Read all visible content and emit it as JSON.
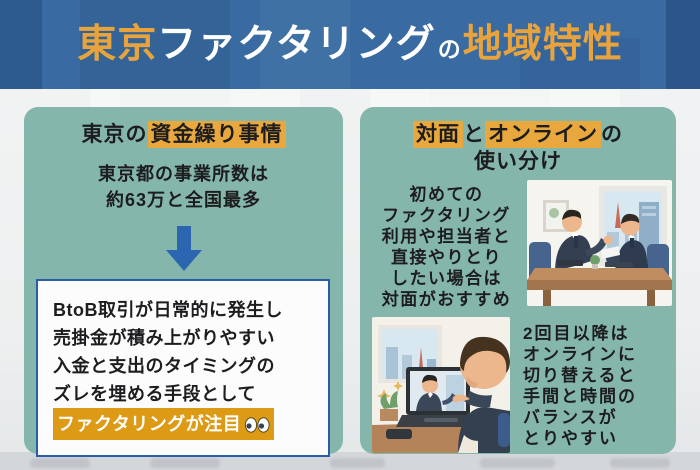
{
  "title": {
    "tokyo": "東京",
    "factoring": "ファクタリング",
    "particle": "の",
    "regional": "地域特性"
  },
  "left_panel": {
    "heading_plain": "東京の",
    "heading_highlight": "資金繰り事情",
    "fact_lines": [
      "東京都の事業所数は",
      "約63万と全国最多"
    ],
    "arrow_icon": "down-arrow",
    "note_lines": [
      "BtoB取引が日常的に発生し",
      "売掛金が積み上がりやすい",
      "入金と支出のタイミングの",
      "ズレを埋める手段として"
    ],
    "note_highlight": "ファクタリングが注目",
    "note_emoji": "👀"
  },
  "right_panel": {
    "heading_seg1": "対面",
    "heading_seg2": "と",
    "heading_seg3": "オンライン",
    "heading_seg4": "の",
    "heading_line2": "使い分け",
    "offline_block": {
      "lines": [
        "初めての",
        "ファクタリング",
        "利用や担当者と",
        "直接やりとり",
        "したい場合は",
        "対面がおすすめ"
      ],
      "illustration": "two-businessmen-meeting"
    },
    "online_block": {
      "lines": [
        "2回目以降は",
        "オンラインに",
        "切り替えると",
        "手間と時間の",
        "バランスが",
        "とりやすい"
      ],
      "illustration": "man-on-video-call"
    }
  },
  "colors": {
    "banner_blue": "#3a6aa2",
    "panel_teal": "#84b6ab",
    "accent_gold": "#e9a83e",
    "deep_orange": "#dc9a15",
    "title_orange": "#e8a33c",
    "arrow_blue": "#2d66b0",
    "box_border_blue": "#2a5ca8"
  }
}
